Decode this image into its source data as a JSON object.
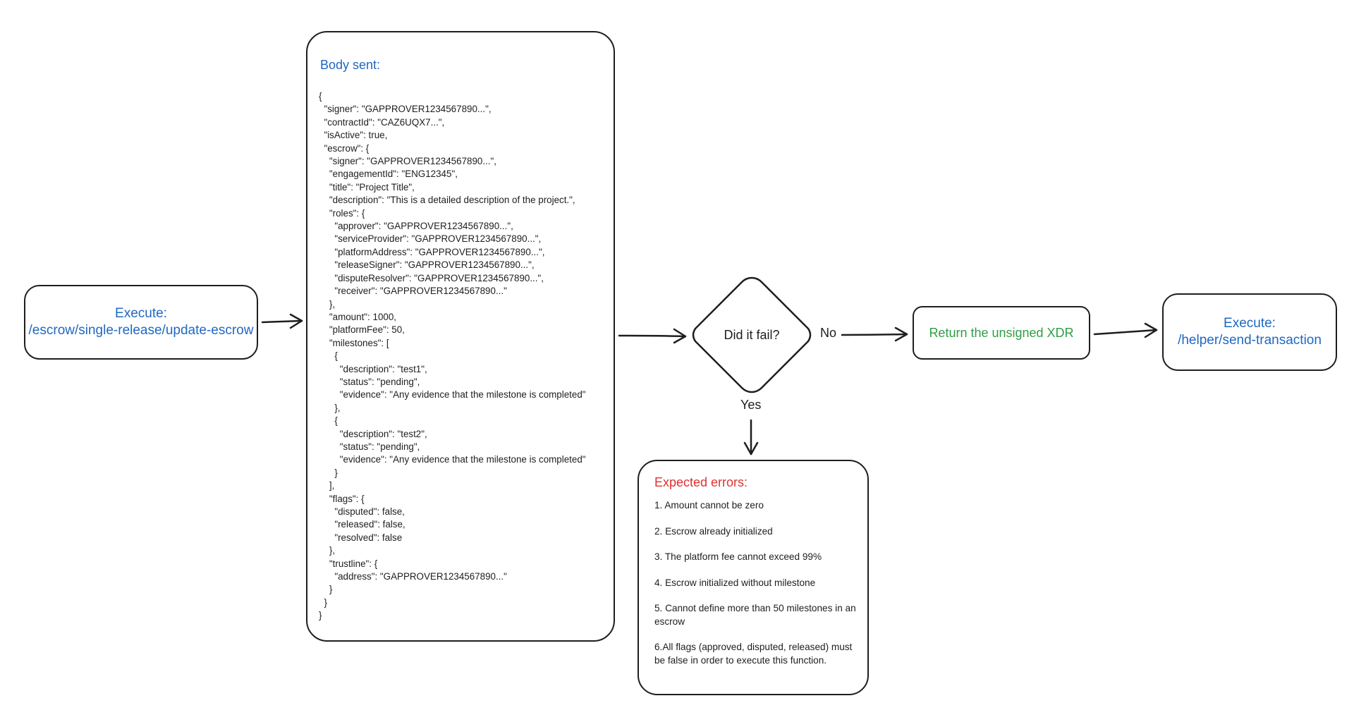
{
  "nodes": {
    "execute_update": {
      "line1": "Execute:",
      "line2": "/escrow/single-release/update-escrow"
    },
    "body_sent": {
      "title": "Body sent:",
      "code_lines": [
        "{",
        "  \"signer\": \"GAPPROVER1234567890...\",",
        "  \"contractId\": \"CAZ6UQX7...\",",
        "  \"isActive\": true,",
        "  \"escrow\": {",
        "    \"signer\": \"GAPPROVER1234567890...\",",
        "    \"engagementId\": \"ENG12345\",",
        "    \"title\": \"Project Title\",",
        "    \"description\": \"This is a detailed description of the project.\",",
        "    \"roles\": {",
        "      \"approver\": \"GAPPROVER1234567890...\",",
        "      \"serviceProvider\": \"GAPPROVER1234567890...\",",
        "      \"platformAddress\": \"GAPPROVER1234567890...\",",
        "      \"releaseSigner\": \"GAPPROVER1234567890...\",",
        "      \"disputeResolver\": \"GAPPROVER1234567890...\",",
        "      \"receiver\": \"GAPPROVER1234567890...\"",
        "    },",
        "    \"amount\": 1000,",
        "    \"platformFee\": 50,",
        "    \"milestones\": [",
        "      {",
        "        \"description\": \"test1\",",
        "        \"status\": \"pending\",",
        "        \"evidence\": \"Any evidence that the milestone is completed\"",
        "      },",
        "      {",
        "        \"description\": \"test2\",",
        "        \"status\": \"pending\",",
        "        \"evidence\": \"Any evidence that the milestone is completed\"",
        "      }",
        "    ],",
        "    \"flags\": {",
        "      \"disputed\": false,",
        "      \"released\": false,",
        "      \"resolved\": false",
        "    },",
        "    \"trustline\": {",
        "      \"address\": \"GAPPROVER1234567890...\"",
        "    }",
        "  }",
        "}"
      ]
    },
    "decision": {
      "label": "Did it fail?",
      "no_label": "No",
      "yes_label": "Yes"
    },
    "return_xdr": {
      "label": "Return the unsigned XDR"
    },
    "execute_send": {
      "line1": "Execute:",
      "line2": "/helper/send-transaction"
    },
    "expected_errors": {
      "title": "Expected errors:",
      "items": [
        "1. Amount cannot be zero",
        "2. Escrow already initialized",
        "3. The platform fee cannot exceed 99%",
        "4. Escrow initialized without milestone",
        "5. Cannot define more than 50 milestones in an escrow",
        "6.All flags (approved, disputed, released) must be false in order to execute this function."
      ]
    }
  },
  "colors": {
    "stroke": "#1e1e1e",
    "blue_text": "#1f68c2",
    "green_text": "#2f9e44",
    "red_text": "#e03131"
  }
}
